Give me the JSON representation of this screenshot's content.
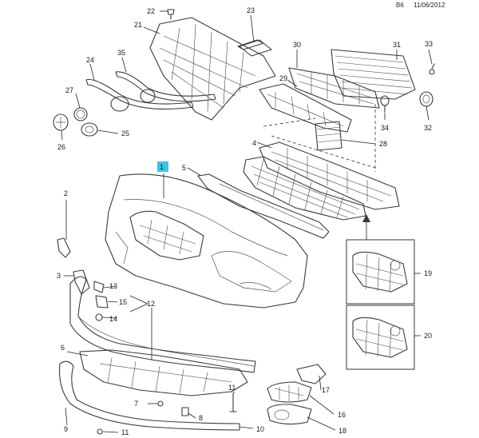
{
  "header": {
    "page_code": "B6",
    "date": "11/06/2012"
  },
  "callouts": {
    "c1": "1",
    "c2": "2",
    "c3": "3",
    "c4": "4",
    "c5": "5",
    "c6": "6",
    "c7": "7",
    "c8": "8",
    "c9": "9",
    "c10": "10",
    "c11a": "11",
    "c11b": "11",
    "c12": "12",
    "c13": "13",
    "c14": "14",
    "c15": "15",
    "c16": "16",
    "c17": "17",
    "c18": "18",
    "c19": "19",
    "c20": "20",
    "c21": "21",
    "c22": "22",
    "c23": "23",
    "c24": "24",
    "c25": "25",
    "c26": "26",
    "c27": "27",
    "c28": "28",
    "c29": "29",
    "c30": "30",
    "c31": "31",
    "c32": "32",
    "c33": "33",
    "c34": "34",
    "c35": "35"
  },
  "colors": {
    "highlight": "#3cc3e6",
    "line": "#3a3a3a"
  }
}
